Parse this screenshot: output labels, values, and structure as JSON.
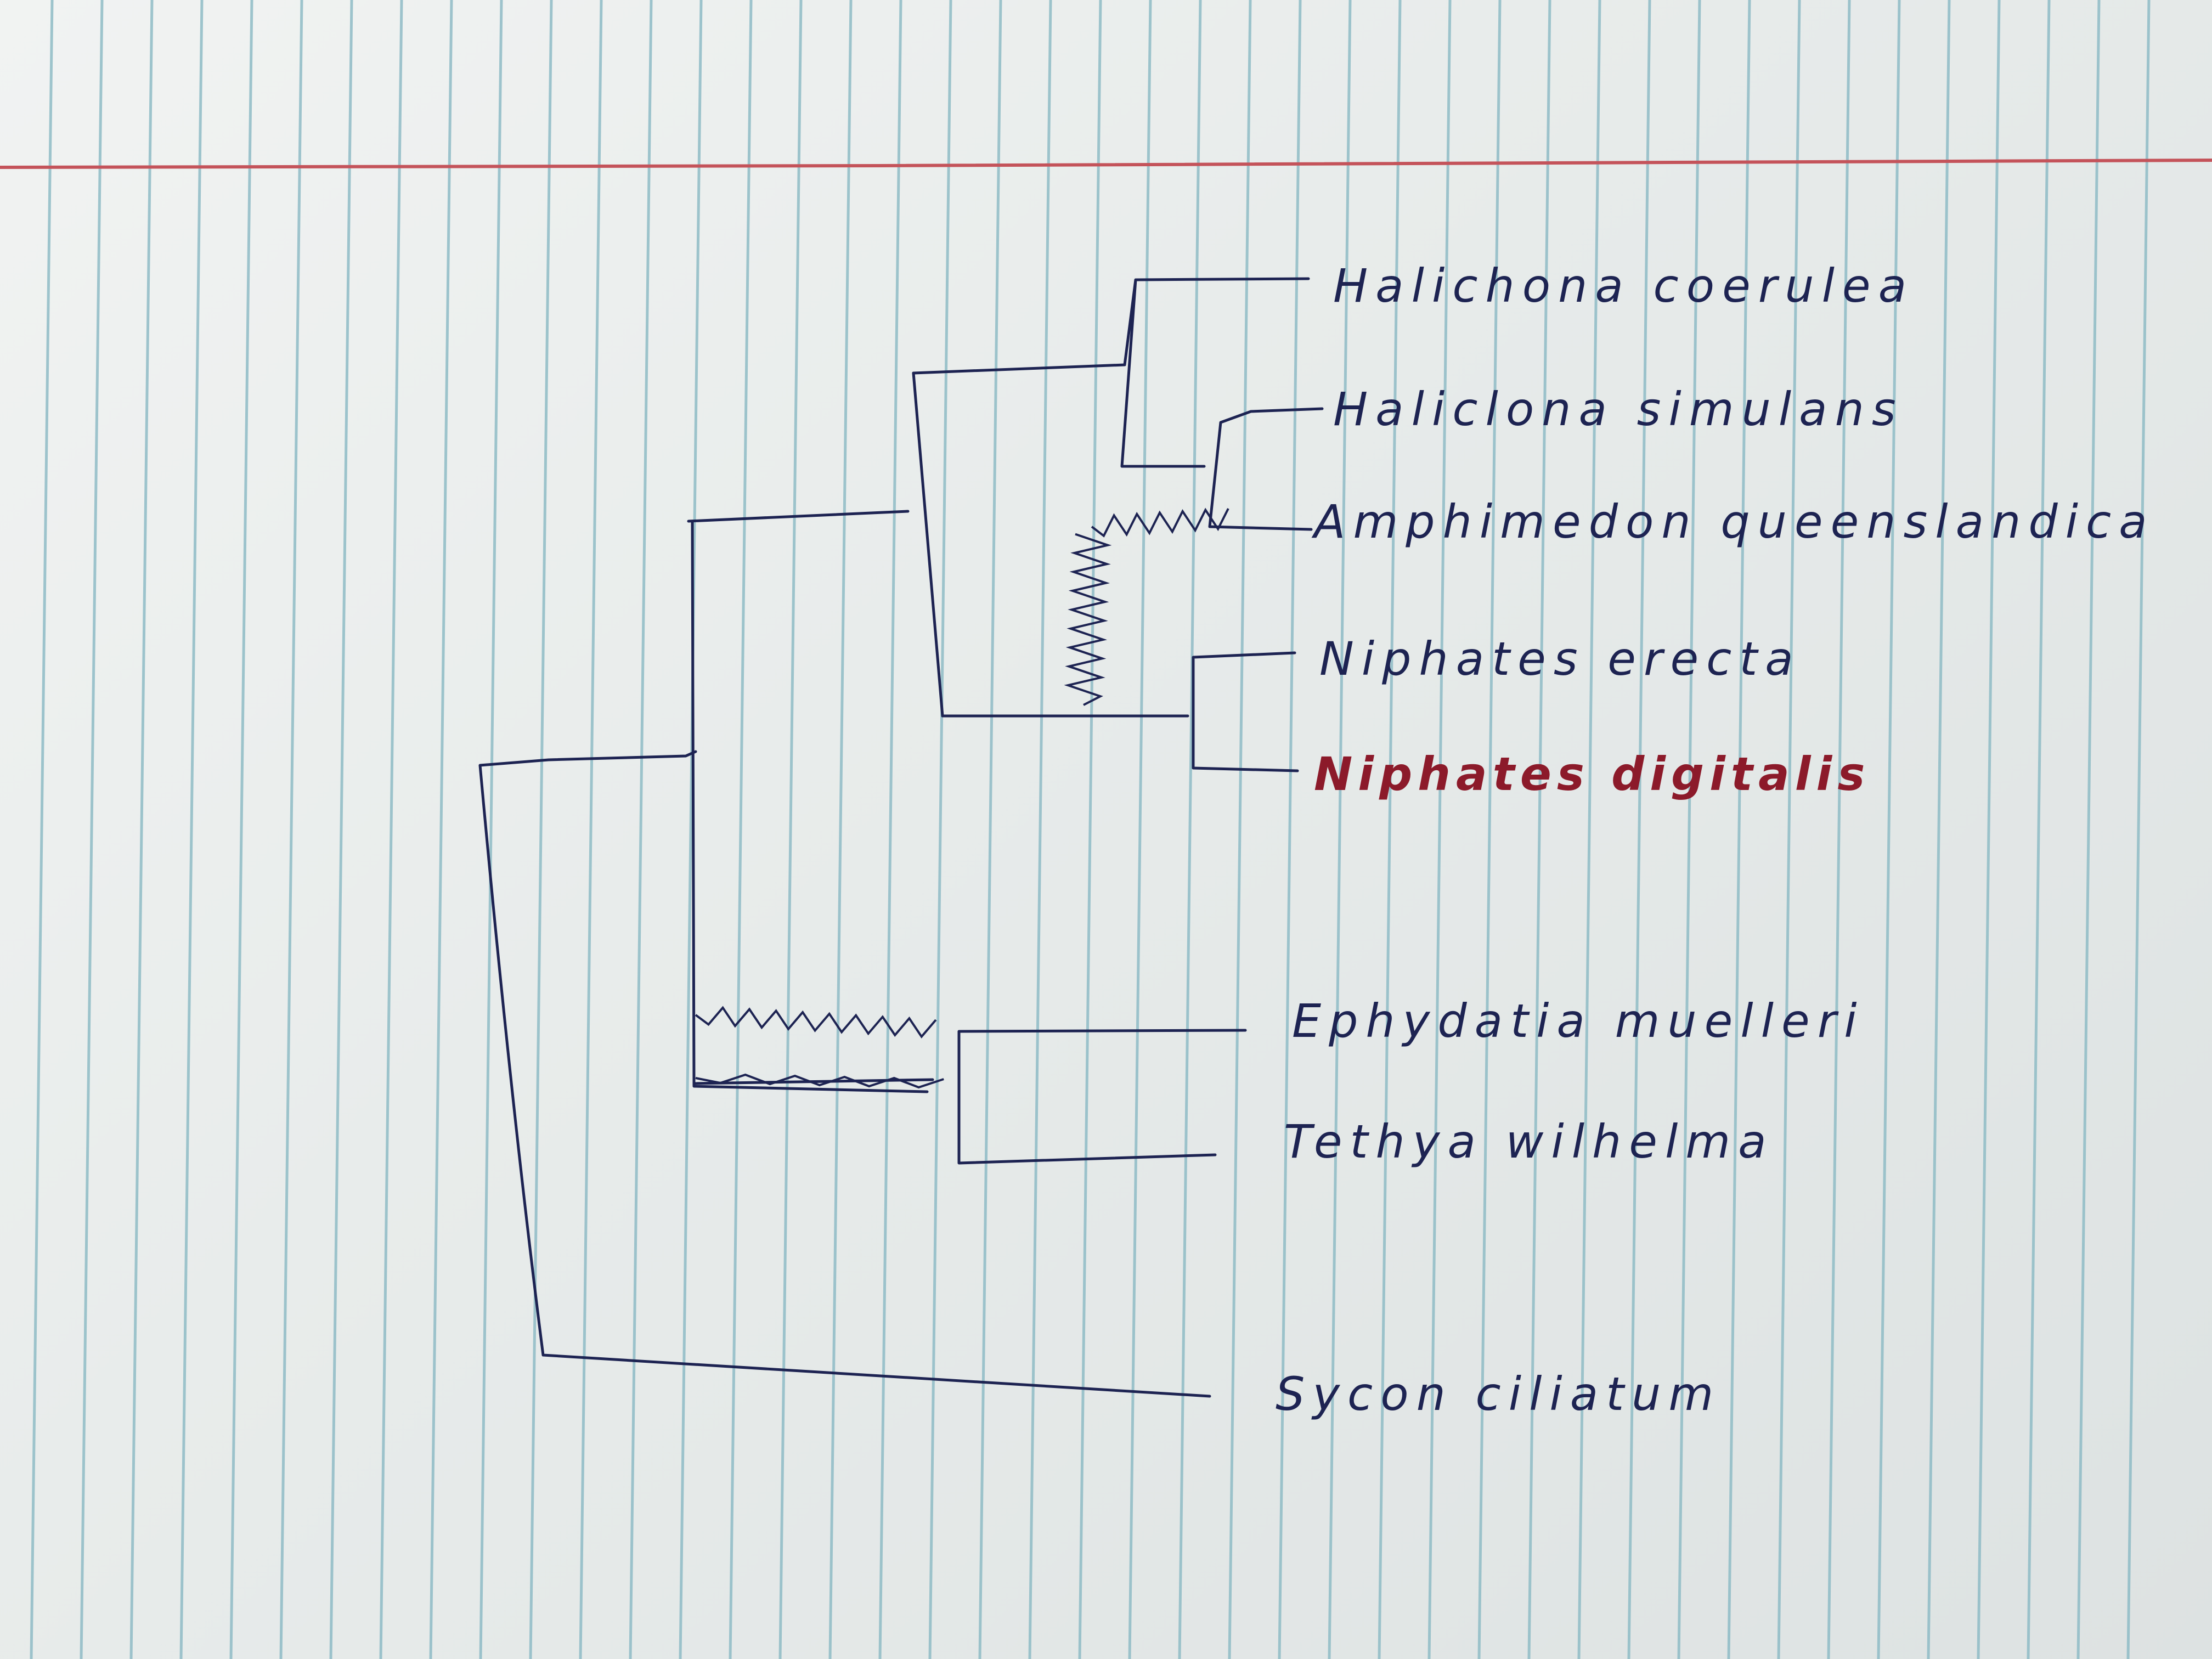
{
  "diagram": {
    "type": "phylogenetic-tree",
    "medium": "handwritten on lined notebook paper",
    "colors": {
      "ink": "#1d2352",
      "highlight_ink": "#8c1a2a",
      "rule_line": "#8fbcc6",
      "margin_line": "#c4535a",
      "paper": "#eceeed"
    },
    "leaves": [
      {
        "id": "halichona-coerulea",
        "label": "Halichona coerulea",
        "highlight": false
      },
      {
        "id": "haliclona-simulans",
        "label": "Haliclona simulans",
        "highlight": false
      },
      {
        "id": "amphimedon-queenslandica",
        "label": "Amphimedon queenslandica",
        "highlight": false
      },
      {
        "id": "niphates-erecta",
        "label": "Niphates erecta",
        "highlight": false
      },
      {
        "id": "niphates-digitalis",
        "label": "Niphates digitalis",
        "highlight": true
      },
      {
        "id": "ephydatia-muelleri",
        "label": "Ephydatia muelleri",
        "highlight": false
      },
      {
        "id": "tethya-wilhelma",
        "label": "Tethya wilhelma",
        "highlight": false
      },
      {
        "id": "sycon-ciliatum",
        "label": "Sycon ciliatum",
        "highlight": false
      }
    ],
    "topology": "((((Halichona coerulea,(Haliclona simulans,Amphimedon queenslandica)),(Niphates erecta,Niphates digitalis)),(Ephydatia muelleri,Tethya wilhelma)),Sycon ciliatum)"
  }
}
